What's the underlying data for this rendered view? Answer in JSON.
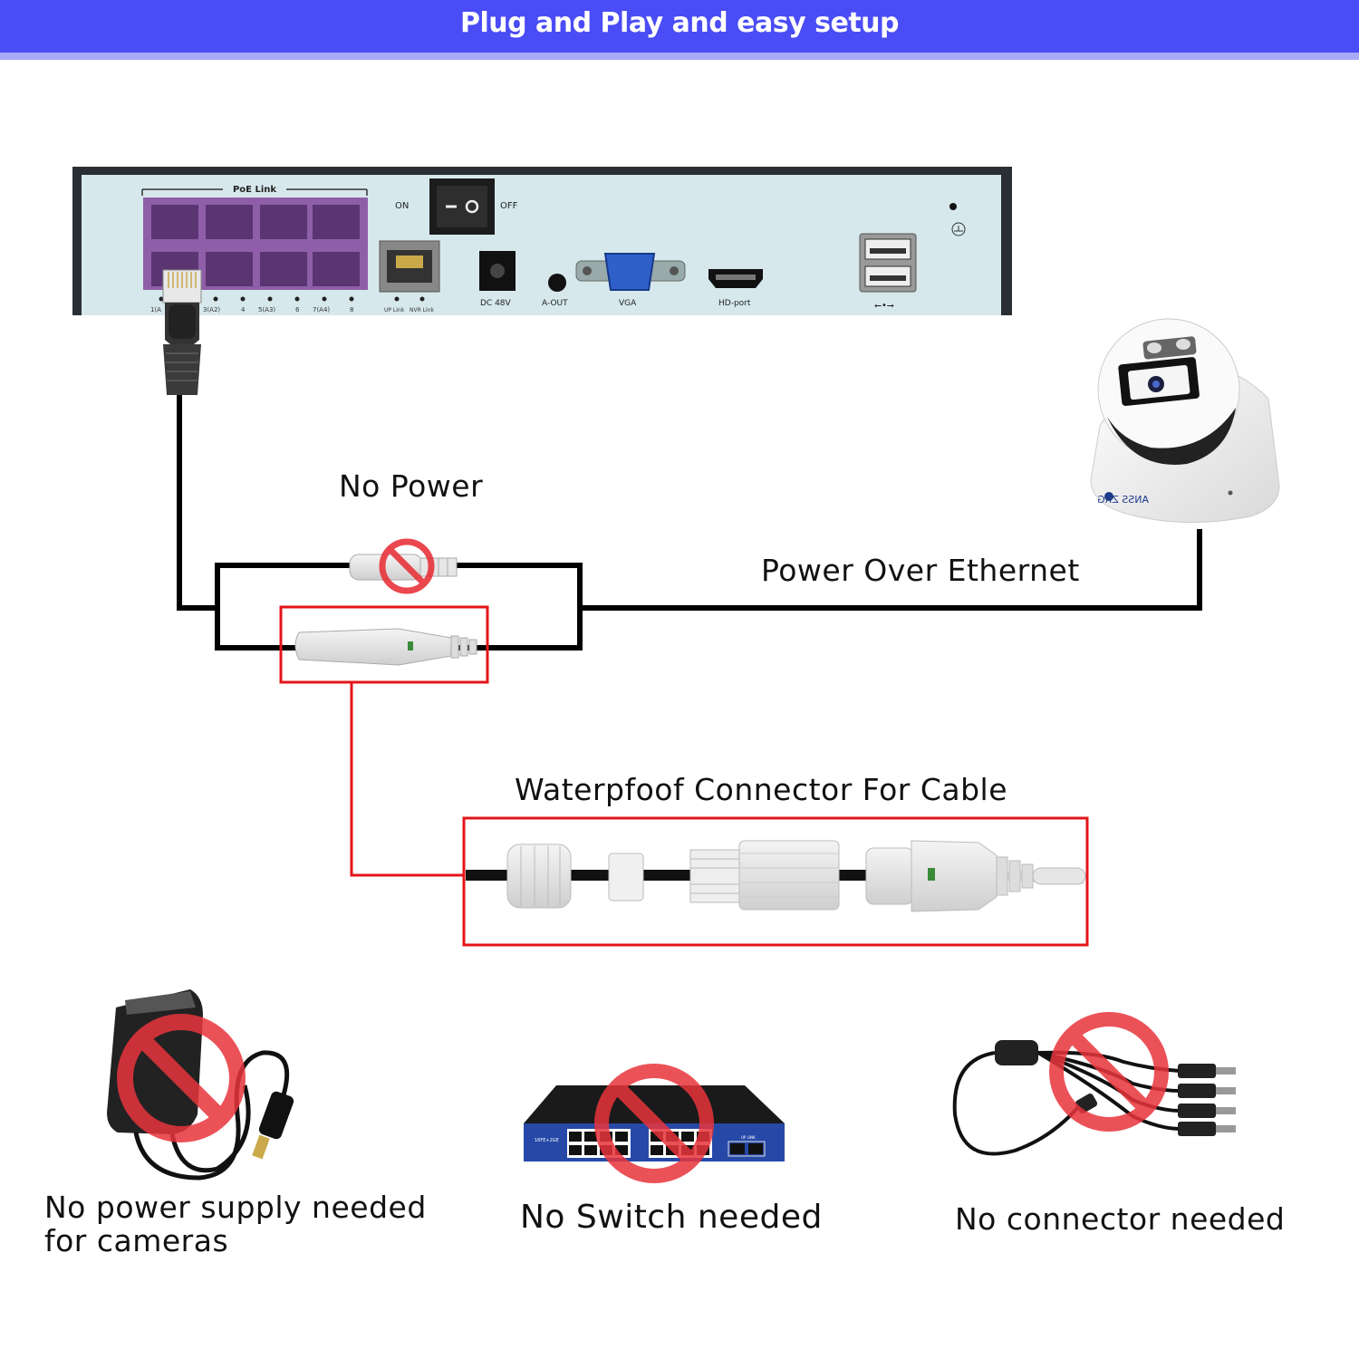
{
  "header": {
    "title": "Plug and Play and easy setup"
  },
  "nvr": {
    "poe_link_label": "PoE Link",
    "switch_on": "ON",
    "switch_off": "OFF",
    "port_labels": [
      "1(A",
      "3(A2)",
      "4",
      "5(A3)",
      "6",
      "7(A4)",
      "8"
    ],
    "uplink_label": "UP Link",
    "nvr_link_label": "NVR Link",
    "dc_label": "DC 48V",
    "aout_label": "A-OUT",
    "vga_label": "VGA",
    "hdmi_label": "HD-port"
  },
  "camera": {
    "brand": "ANSS ZRG"
  },
  "labels": {
    "no_power": "No Power",
    "poe": "Power Over Ethernet",
    "waterproof": "Waterpfoof Connector For Cable",
    "no_power_supply_line1": "No power supply needed",
    "no_power_supply_line2": "for cameras",
    "no_switch": "No Switch needed",
    "no_connector": "No connector needed"
  },
  "switch_device": {
    "model_label": "16FE+2GE",
    "uplink_label": "UP LINK"
  },
  "colors": {
    "header_bg": "#4a4cf5",
    "header_border": "#a8a9f8",
    "highlight_red": "#e3151a",
    "prohibit_red": "#e8343c",
    "nvr_panel": "#d6e8ec",
    "poe_ports": "#8e5fa8"
  }
}
